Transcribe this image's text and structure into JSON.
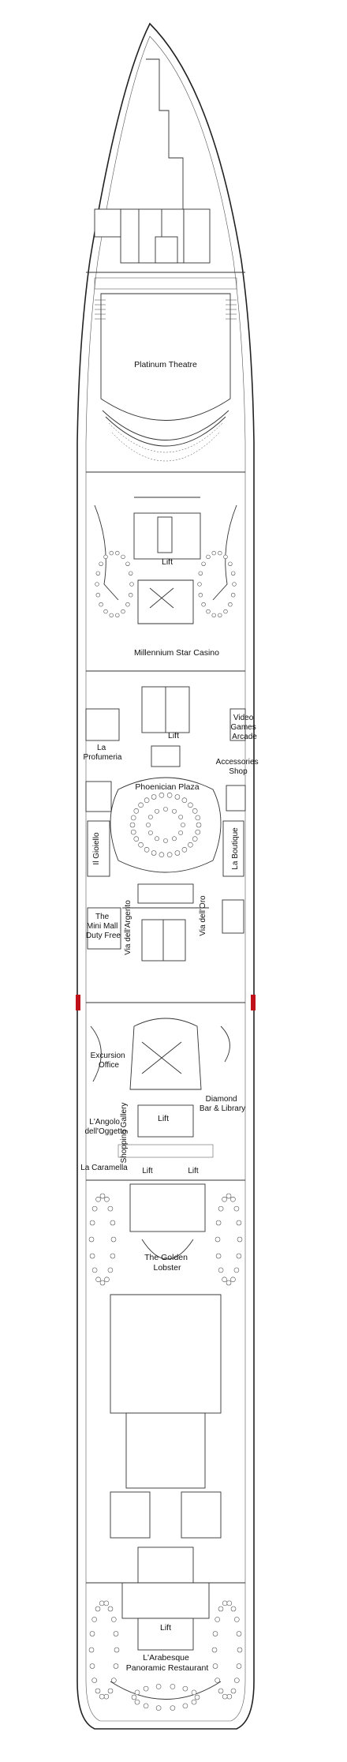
{
  "labels": {
    "platinum_theatre": "Platinum Theatre",
    "lift_1": "Lift",
    "millennium_star_casino": "Millennium Star Casino",
    "lift_2": "Lift",
    "video_games_arcade": [
      "Video",
      "Games",
      "Arcade"
    ],
    "la_profumeria": [
      "La",
      "Profumeria"
    ],
    "accessories_shop": [
      "Accessories",
      "Shop"
    ],
    "phoenician_plaza": "Phoenician Plaza",
    "il_gioiello": "Il Gioiello",
    "la_boutique": "La Boutique",
    "mini_mall": [
      "The",
      "Mini Mall",
      "Duty Free"
    ],
    "via_dell_argento": "Via dell'Argento",
    "via_dell_oro": "Via dell'Oro",
    "excursion_office": [
      "Excursion",
      "Office"
    ],
    "shopping_gallery": "Shopping Gallery",
    "diamond_bar": [
      "Diamond",
      "Bar & Library"
    ],
    "lift_3": "Lift",
    "langolo": [
      "L'Angolo",
      "dell'Oggetto"
    ],
    "la_caramella": "La Caramella",
    "lift_4": "Lift",
    "lift_5": "Lift",
    "golden_lobster": [
      "The Golden",
      "Lobster"
    ],
    "lift_6": "Lift",
    "arabesque": [
      "L'Arabesque",
      "Panoramic Restaurant"
    ]
  },
  "colors": {
    "outline": "#222222",
    "background": "#ffffff",
    "tender_marker": "#c0101a"
  }
}
